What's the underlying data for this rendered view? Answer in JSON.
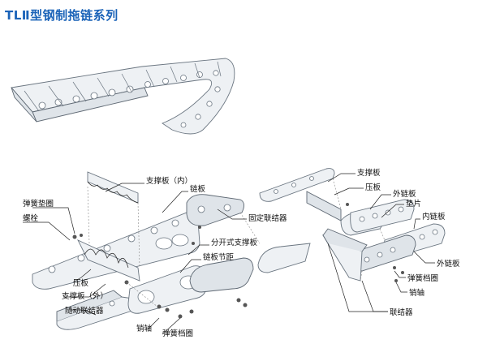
{
  "title": "TLⅡ型钢制拖链系列",
  "labels": {
    "support_inner": "支撑板（内）",
    "chain_plate": "链板",
    "spring_washer": "弹簧垫圈",
    "bolt": "螺栓",
    "fixed_connector": "固定联结器",
    "split_support": "分开式支撑板",
    "chain_pitch": "链板节距",
    "press_plate_left": "压板",
    "support_outer": "支撑板（外）",
    "moving_connector": "随动联结器",
    "pin_left": "销轴",
    "spring_ring_left": "弹簧档圈",
    "support_plate_right": "支撑板",
    "press_plate_right": "压板",
    "outer_chain_plate_top": "外链板",
    "gasket": "垫片",
    "inner_chain_plate": "内链板",
    "outer_chain_plate_bottom": "外链板",
    "spring_ring_right": "弹簧档圈",
    "pin_right": "销轴",
    "connector": "联结器"
  }
}
